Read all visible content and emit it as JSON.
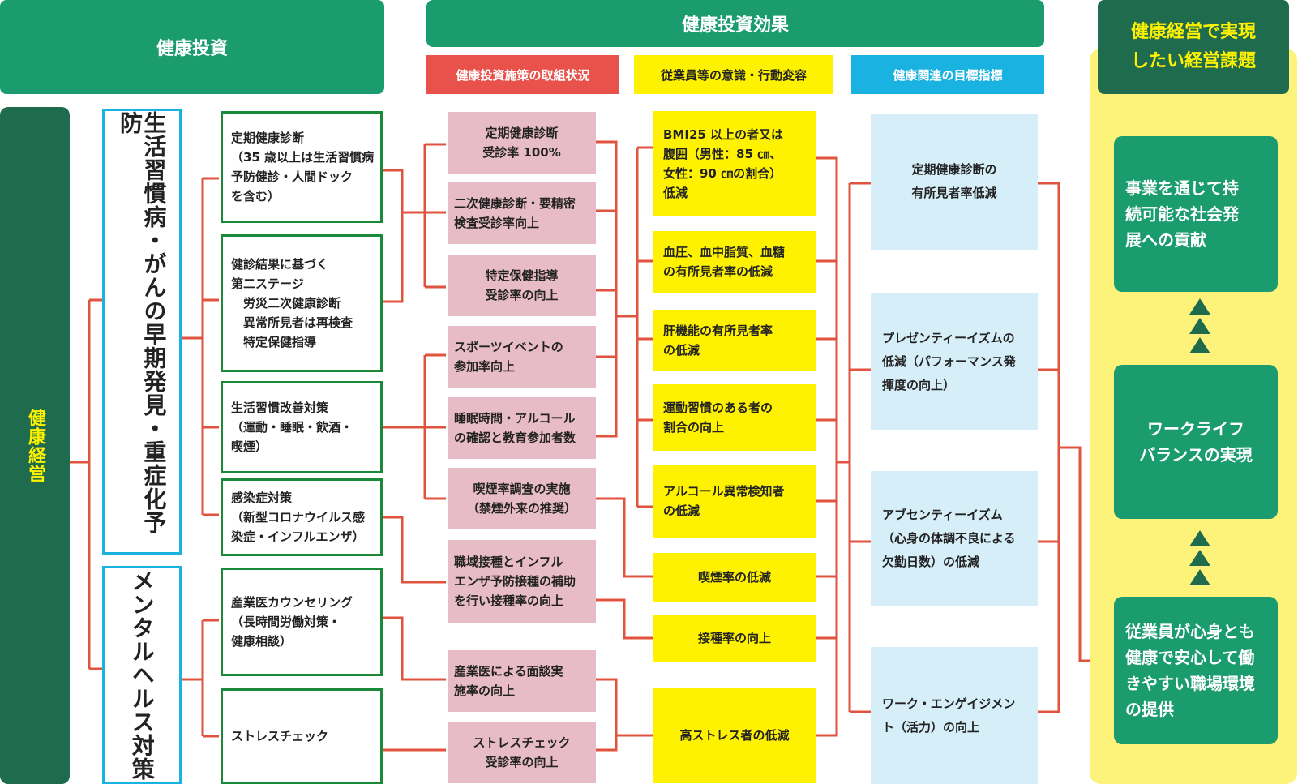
{
  "headers": {
    "investment": "健康投資",
    "effect": "健康投資効果",
    "issues": [
      "健康経営で実現",
      "したい経営課題"
    ]
  },
  "subheaders": {
    "measures": "健康投資施策の取組状況",
    "behavior": "従業員等の意識・行動変容",
    "indicators": "健康関連の目標指標"
  },
  "left_bar": "健康経営",
  "categories": {
    "lifestyle": "生活習慣病・がんの早期発見・重症化予防",
    "mental": "メンタルヘルス対策"
  },
  "investments": [
    {
      "lines": [
        "定期健康診断",
        "（35 歳以上は生活習慣病",
        "予防健診・人間ドック",
        "を含む）"
      ]
    },
    {
      "lines": [
        "健診結果に基づく",
        "第二ステージ",
        "　労災二次健康診断",
        "　異常所見者は再検査",
        "　特定保健指導"
      ]
    },
    {
      "lines": [
        "生活習慣改善対策",
        "（運動・睡眠・飲酒・",
        "喫煙）"
      ]
    },
    {
      "lines": [
        "感染症対策",
        "（新型コロナウイルス感",
        "染症・インフルエンザ）"
      ]
    },
    {
      "lines": [
        "産業医カウンセリング",
        "（長時間労働対策・",
        "健康相談）"
      ]
    },
    {
      "lines": [
        "ストレスチェック"
      ]
    }
  ],
  "measures": [
    {
      "lines": [
        "定期健康診断",
        "受診率 100%"
      ],
      "center": true
    },
    {
      "lines": [
        "二次健康診断・要精密",
        "検査受診率向上"
      ],
      "center": false
    },
    {
      "lines": [
        "特定保健指導",
        "受診率の向上"
      ],
      "center": true
    },
    {
      "lines": [
        "スポーツイベントの",
        "参加率向上"
      ],
      "center": false
    },
    {
      "lines": [
        "睡眠時間・アルコール",
        "の確認と教育参加者数"
      ],
      "center": false
    },
    {
      "lines": [
        "喫煙率調査の実施",
        "（禁煙外来の推奨）"
      ],
      "center": true
    },
    {
      "lines": [
        "職域接種とインフル",
        "エンザ予防接種の補助",
        "を行い接種率の向上"
      ],
      "center": false
    },
    {
      "lines": [
        "産業医による面談実",
        "施率の向上"
      ],
      "center": false
    },
    {
      "lines": [
        "ストレスチェック",
        "受診率の向上"
      ],
      "center": true
    }
  ],
  "behaviors": [
    {
      "lines": [
        "BMI25 以上の者又は",
        "腹囲（男性：85 ㎝、",
        "女性：90 ㎝の割合）",
        "低減"
      ],
      "center": false
    },
    {
      "lines": [
        "血圧、血中脂質、血糖",
        "の有所見者率の低減"
      ],
      "center": false
    },
    {
      "lines": [
        "肝機能の有所見者率",
        "の低減"
      ],
      "center": false
    },
    {
      "lines": [
        "運動習慣のある者の",
        "割合の向上"
      ],
      "center": false
    },
    {
      "lines": [
        "アルコール異常検知者",
        "の低減"
      ],
      "center": false
    },
    {
      "lines": [
        "喫煙率の低減"
      ],
      "center": true
    },
    {
      "lines": [
        "接種率の向上"
      ],
      "center": true
    },
    {
      "lines": [
        "高ストレス者の低減"
      ],
      "center": true
    }
  ],
  "indicators": [
    {
      "lines": [
        "定期健康診断の",
        "有所見者率低減"
      ],
      "center": true
    },
    {
      "lines": [
        "プレゼンティーイズムの",
        "低減（パフォーマンス発",
        "揮度の向上）"
      ],
      "center": false
    },
    {
      "lines": [
        "アブセンティーイズム",
        "（心身の体調不良による",
        "欠勤日数）の低減"
      ],
      "center": false
    },
    {
      "lines": [
        "ワーク・エンゲイジメン",
        "ト（活力）の向上"
      ],
      "center": false
    }
  ],
  "goals": [
    {
      "lines": [
        "事業を通じて持",
        "続可能な社会発",
        "展への貢献"
      ],
      "center": false
    },
    {
      "lines": [
        "ワークライフ",
        "バランスの実現"
      ],
      "center": true
    },
    {
      "lines": [
        "従業員が心身とも",
        "健康で安心して働",
        "きやすい職場環境",
        "の提供"
      ],
      "center": false
    }
  ],
  "colors": {
    "header_green": "#1a9c6e",
    "dark_green": "#1f6b4e",
    "red_connector": "#e0533e",
    "measures_header": "#e8524a",
    "behavior_header": "#fff200",
    "indicators_header": "#1ab2e0",
    "pink_box": "#e8bcc6",
    "yellow_box": "#fff200",
    "blue_box": "#d6eef8",
    "goal_bg": "#fdf27a"
  }
}
